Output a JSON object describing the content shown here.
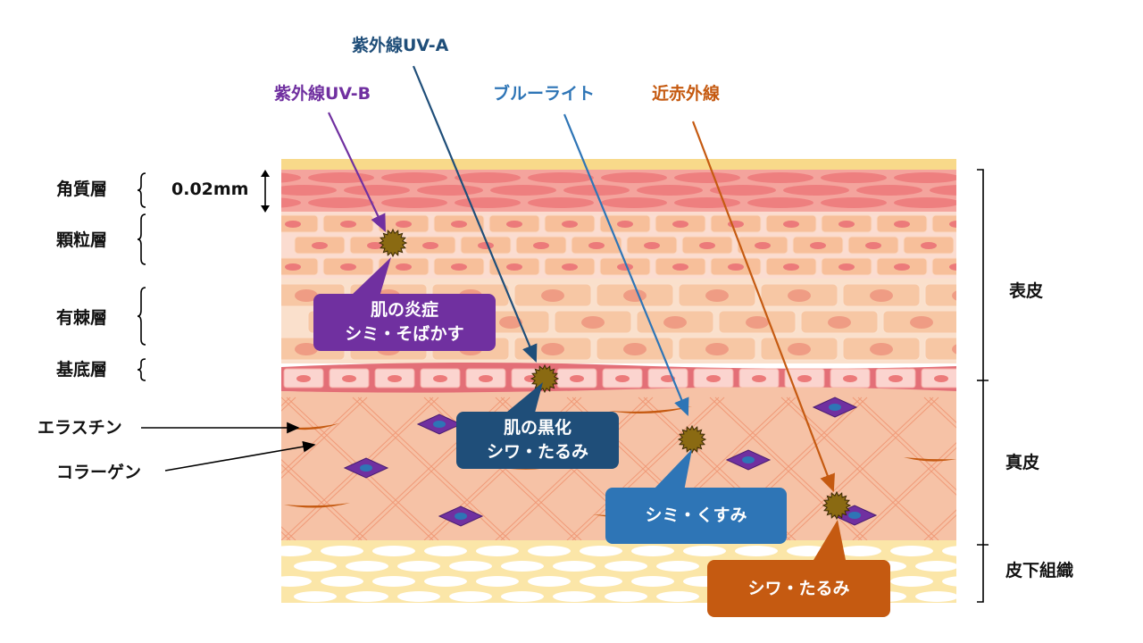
{
  "left_labels": {
    "stratum_corneum": "角質層",
    "thickness": "0.02mm",
    "granular": "顆粒層",
    "spinous": "有棘層",
    "basal": "基底層",
    "elastin": "エラスチン",
    "collagen": "コラーゲン"
  },
  "right_labels": {
    "epidermis": "表皮",
    "dermis": "真皮",
    "subcutaneous": "皮下組織"
  },
  "rays": {
    "uvb": {
      "label": "紫外線UV-B",
      "color": "#7030a0"
    },
    "uva": {
      "label": "紫外線UV-A",
      "color": "#1f4e79"
    },
    "blue": {
      "label": "ブルーライト",
      "color": "#2e75b6"
    },
    "nir": {
      "label": "近赤外線",
      "color": "#c55a11"
    }
  },
  "callouts": {
    "uvb": {
      "line1": "肌の炎症",
      "line2": "シミ・そばかす",
      "color": "#7030a0"
    },
    "uva": {
      "line1": "肌の黒化",
      "line2": "シワ・たるみ",
      "color": "#1f4e79"
    },
    "blue": {
      "line1": "シミ・くすみ",
      "color": "#2e75b6"
    },
    "nir": {
      "line1": "シワ・たるみ",
      "color": "#c55a11"
    }
  }
}
